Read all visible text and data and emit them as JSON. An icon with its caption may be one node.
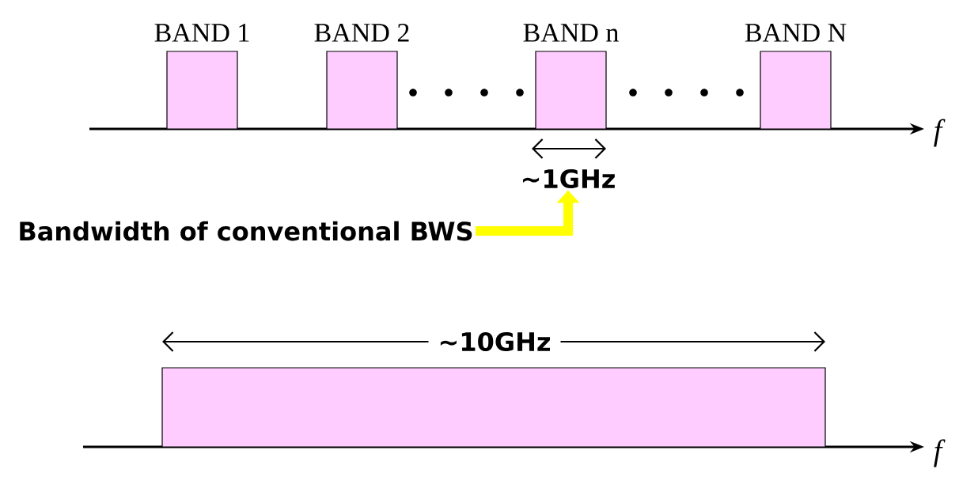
{
  "diagram": {
    "nodes": [
      {
        "text": [
          "BAND 1"
        ]
      },
      {
        "text": [
          "BAND 2"
        ]
      },
      {
        "text": [
          "BAND n"
        ]
      },
      {
        "text": [
          "BAND N"
        ]
      },
      {
        "text": [],
        "shape": "box"
      },
      {
        "text": [
          "Bandwidth of conventional BWS"
        ]
      },
      {
        "text": [
          "∼1GHz"
        ]
      }
    ],
    "edges": [
      {
        "from": 5,
        "to": 6,
        "arrow": "to",
        "color": "#ffff00"
      }
    ],
    "labels": [
      "f",
      "∼10GHz",
      "f"
    ]
  }
}
